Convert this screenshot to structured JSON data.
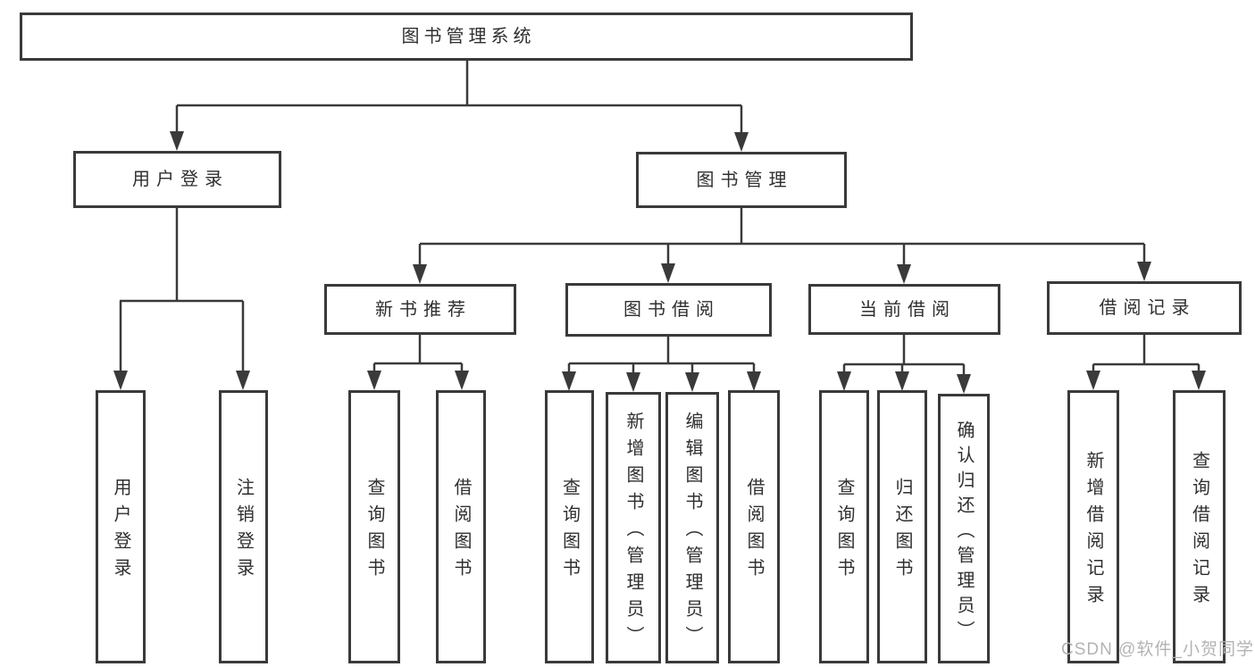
{
  "diagram": {
    "tree": {
      "root": {
        "label": "图书管理系统",
        "children": [
          {
            "label": "用户登录",
            "children": [
              {
                "label": "用户登录"
              },
              {
                "label": "注销登录"
              }
            ]
          },
          {
            "label": "图书管理",
            "children": [
              {
                "label": "新书推荐",
                "children": [
                  {
                    "label": "查询图书"
                  },
                  {
                    "label": "借阅图书"
                  }
                ]
              },
              {
                "label": "图书借阅",
                "children": [
                  {
                    "label": "查询图书"
                  },
                  {
                    "label": "新增图书（管理员）"
                  },
                  {
                    "label": "编辑图书（管理员）"
                  },
                  {
                    "label": "借阅图书"
                  }
                ]
              },
              {
                "label": "当前借阅",
                "children": [
                  {
                    "label": "查询图书"
                  },
                  {
                    "label": "归还图书"
                  },
                  {
                    "label": "确认归还（管理员）"
                  }
                ]
              },
              {
                "label": "借阅记录",
                "children": [
                  {
                    "label": "新增借阅记录"
                  },
                  {
                    "label": "查询借阅记录"
                  }
                ]
              }
            ]
          }
        ]
      }
    }
  },
  "watermark": {
    "text": "CSDN @软件_小贺同学"
  },
  "colors": {
    "line": "#3a3a3a",
    "box_border": "#3a3a3a",
    "box_fill": "#ffffff",
    "text": "#2f2f2f",
    "background": "#ffffff",
    "watermark": "#b3b3b3"
  }
}
